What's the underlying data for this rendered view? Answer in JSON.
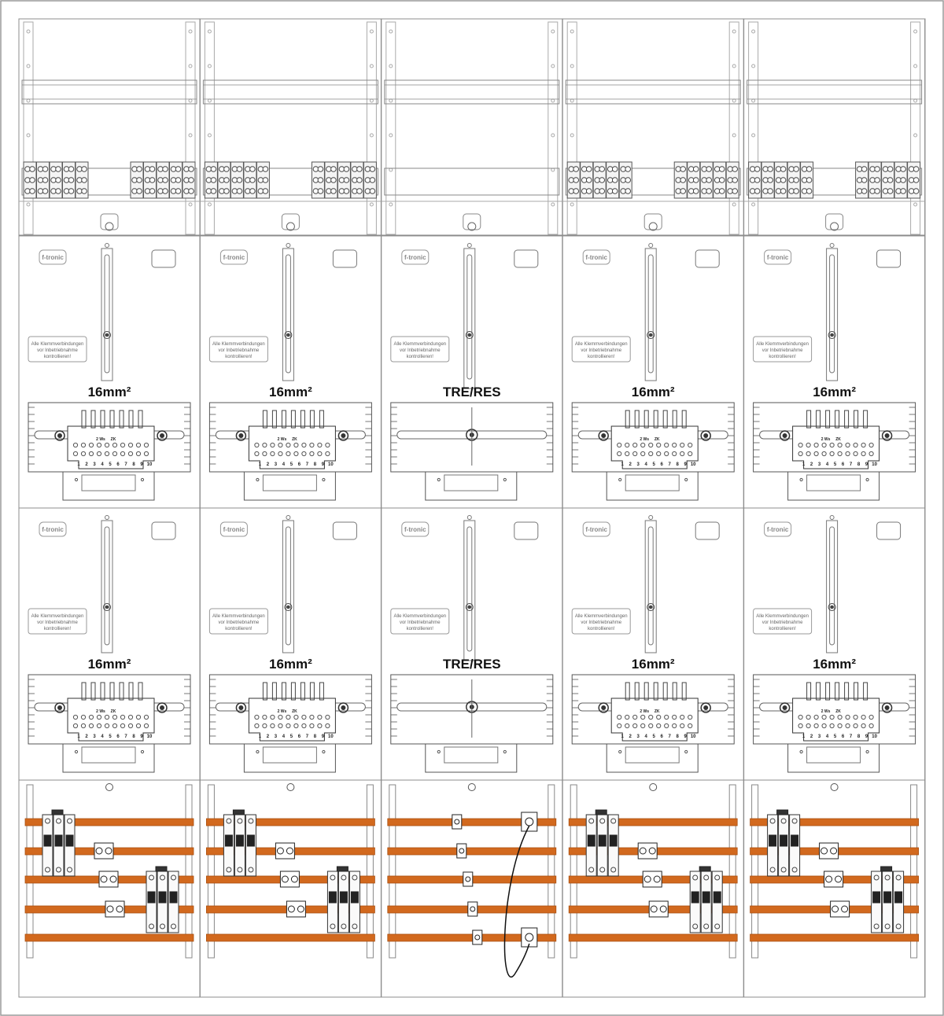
{
  "brand": "f-tronic",
  "notice_lines": [
    "Alle Klemmverbindungen",
    "vor Inbetriebnahme",
    "kontrollieren!"
  ],
  "terminal_numbers": [
    "1",
    "2",
    "3",
    "4",
    "5",
    "6",
    "7",
    "8",
    "9",
    "10"
  ],
  "terminal_marks": [
    "2 Ws",
    "ZK"
  ],
  "columns": [
    {
      "upper_label": "16mm²",
      "lower_label": "16mm²",
      "type": "meter"
    },
    {
      "upper_label": "16mm²",
      "lower_label": "16mm²",
      "type": "meter"
    },
    {
      "upper_label": "TRE/RES",
      "lower_label": "TRE/RES",
      "type": "reserve"
    },
    {
      "upper_label": "16mm²",
      "lower_label": "16mm²",
      "type": "meter"
    },
    {
      "upper_label": "16mm²",
      "lower_label": "16mm²",
      "type": "meter"
    }
  ],
  "colors": {
    "busbar": "#d2691e",
    "line": "#6f6f6f",
    "frame": "#8c8c8c",
    "background": "#ffffff",
    "dark": "#222222"
  }
}
